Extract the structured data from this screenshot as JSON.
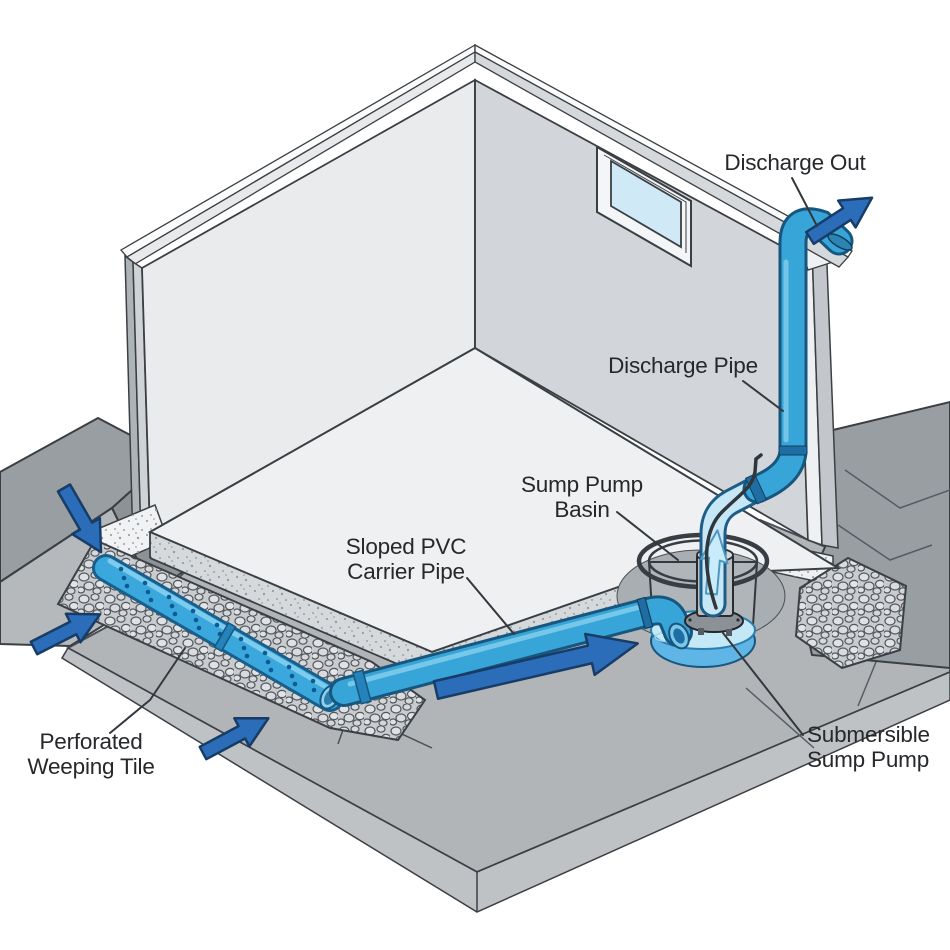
{
  "diagram": {
    "type": "isometric-cutaway-illustration",
    "subject": "basement-sump-pump-and-weeping-tile-drainage-system"
  },
  "labels": {
    "discharge_out": "Discharge Out",
    "discharge_pipe": "Discharge Pipe",
    "sump_pump_basin": "Sump Pump\nBasin",
    "sloped_pvc_carrier_pipe": "Sloped PVC\nCarrier Pipe",
    "perforated_weeping_tile": "Perforated\nWeeping Tile",
    "submersible_sump_pump": "Submersible\nSump Pump"
  },
  "icons": {
    "arrow_icons": [
      "flow-arrow-groundwater-down-icon",
      "flow-arrow-groundwater-left-icon",
      "flow-arrow-groundwater-front-icon",
      "flow-arrow-carrier-flow-icon",
      "flow-arrow-discharge-out-icon",
      "flow-arrow-pump-up-icon"
    ]
  },
  "colors": {
    "pipe_blue": "#38a5d9",
    "pipe_outline": "#17567e",
    "pipe_highlight": "#7ecbea",
    "arrow_blue": "#2b6db8",
    "arrow_outline": "#173c66",
    "water_light": "#c4e8f6",
    "water_mid": "#5fb5e5",
    "window_glass": "#cfe9f6",
    "wall_interior_light": "#e9ebec",
    "wall_interior_dark": "#d2d5d9",
    "floor": "#eef0f1",
    "soil": "#999ea3",
    "ground": "#b2b5b8",
    "gravel_base": "#c9cccf",
    "outline": "#373c41",
    "label_text": "#26282b"
  }
}
